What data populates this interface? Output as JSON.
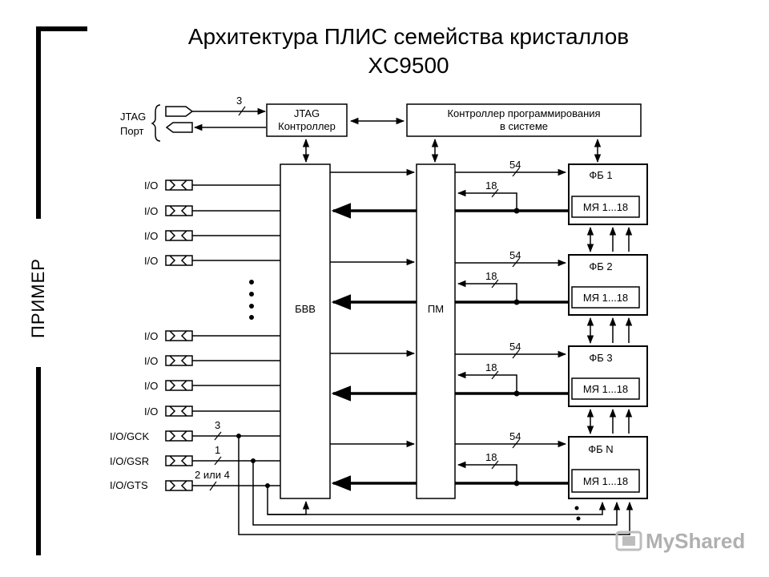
{
  "title": {
    "line1": "Архитектура ПЛИС семейства кристаллов",
    "line2": "XC9500"
  },
  "side_label": "ПРИМЕР",
  "diagram": {
    "jtag_port_label_1": "JTAG",
    "jtag_port_label_2": "Порт",
    "jtag_bus_width": "3",
    "jtag_controller": [
      "JTAG",
      "Контроллер"
    ],
    "prog_controller": [
      "Контроллер программирования",
      "в системе"
    ],
    "io_labels": [
      "I/O",
      "I/O",
      "I/O",
      "I/O",
      "I/O",
      "I/O",
      "I/O",
      "I/O"
    ],
    "gck_label": "I/O/GCK",
    "gsr_label": "I/O/GSR",
    "gts_label": "I/O/GTS",
    "gck_width": "3",
    "gsr_width": "1",
    "gts_width": "2 или 4",
    "bvv_label": "БВВ",
    "pm_label": "ПМ",
    "bus54": "54",
    "bus18": "18",
    "fb_titles": [
      "ФБ 1",
      "ФБ 2",
      "ФБ 3",
      "ФБ N"
    ],
    "macrocell_label": "МЯ 1...18"
  },
  "watermark": "MyShared"
}
